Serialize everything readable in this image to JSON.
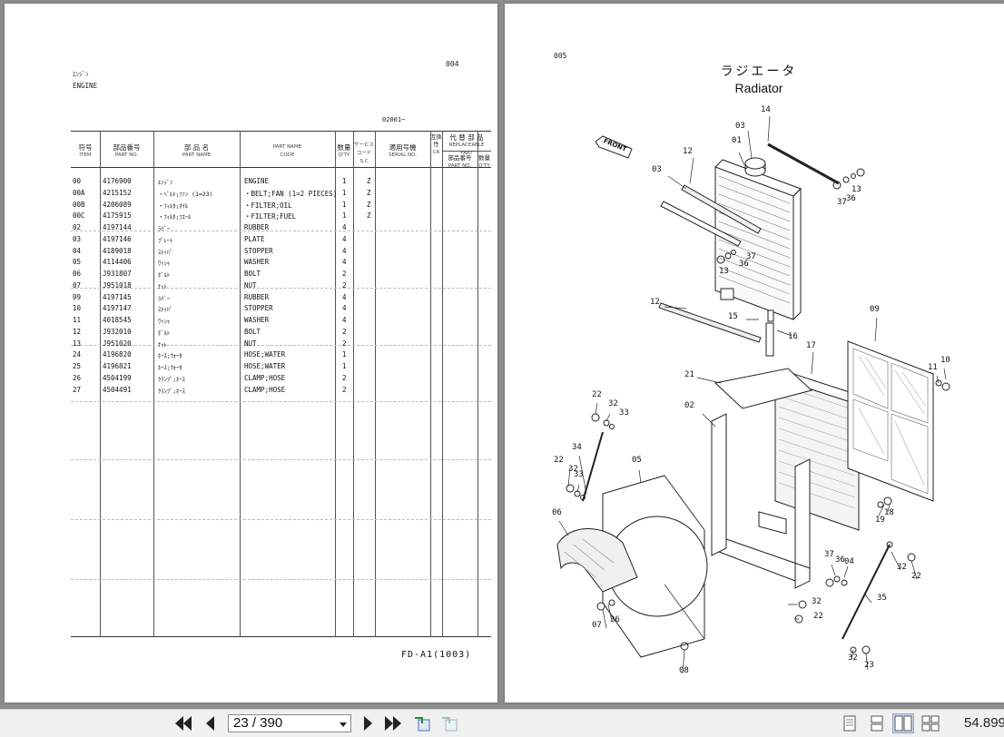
{
  "left_page": {
    "page_no": "004",
    "title_jp": "ｴﾝｼﾞﾝ",
    "title_en": "ENGINE",
    "serial_from": "02001~",
    "footer": "FD-A1(1003)",
    "headers": {
      "item_jp": "符号",
      "item_en": "ITEM",
      "pn_jp": "部品番号",
      "pn_en": "PART NO.",
      "name_jp": "部 品 名",
      "name_en": "PART NAME",
      "code_jp": "PART NAME",
      "code_en": "CODE",
      "qty_jp": "数量",
      "qty_en": "Q'TY",
      "sc_jp": "サービス コード",
      "sc_en": "S.C",
      "serial_jp": "適用号機",
      "serial_en": "SERIAL NO.",
      "ca_jp": "互換性",
      "ca_en": "CA",
      "repl_jp": "代 替 部 品",
      "repl_en": "REPLACEABLE PART",
      "repl_pn_jp": "部品番号",
      "repl_pn_en": "PART NO.",
      "repl_qty_jp": "数量",
      "repl_qty_en": "Q'TY"
    },
    "rows": [
      {
        "item": "00",
        "pn": "4176900",
        "jp": "ｴﾝｼﾞﾝ",
        "en": "ENGINE",
        "qty": "1",
        "sc": "Z"
      },
      {
        "item": "00A",
        "pn": "4215152",
        "jp": "・ﾍﾞﾙﾄ;ﾌｧﾝ (1=2З)",
        "en": "・BELT;FAN (1=2 PIECES)",
        "qty": "1",
        "sc": "Z"
      },
      {
        "item": "00B",
        "pn": "4206089",
        "jp": "・ﾌｨﾙﾀ;ｵｲﾙ",
        "en": "・FILTER;OIL",
        "qty": "1",
        "sc": "Z"
      },
      {
        "item": "00C",
        "pn": "4175915",
        "jp": "・ﾌｨﾙﾀ;ﾌｴｰﾙ",
        "en": "・FILTER;FUEL",
        "qty": "1",
        "sc": "Z"
      },
      {
        "item": "02",
        "pn": "4197144",
        "jp": "ﾗﾊﾞｰ",
        "en": "RUBBER",
        "qty": "4",
        "sc": ""
      },
      {
        "item": "03",
        "pn": "4197146",
        "jp": "ﾌﾟﾚｰﾄ",
        "en": "PLATE",
        "qty": "4",
        "sc": ""
      },
      {
        "item": "04",
        "pn": "4189018",
        "jp": "ｽﾄｯﾊﾟ",
        "en": "STOPPER",
        "qty": "4",
        "sc": ""
      },
      {
        "item": "05",
        "pn": "4114406",
        "jp": "ﾜｯｼｬ",
        "en": "WASHER",
        "qty": "4",
        "sc": ""
      },
      {
        "item": "06",
        "pn": "J931807",
        "jp": "ﾎﾞﾙﾄ",
        "en": "BOLT",
        "qty": "2",
        "sc": ""
      },
      {
        "item": "07",
        "pn": "J951018",
        "jp": "ﾅｯﾄ",
        "en": "NUT",
        "qty": "2",
        "sc": ""
      },
      {
        "item": "09",
        "pn": "4197145",
        "jp": "ﾗﾊﾞｰ",
        "en": "RUBBER",
        "qty": "4",
        "sc": ""
      },
      {
        "item": "10",
        "pn": "4197147",
        "jp": "ｽﾄｯﾊﾟ",
        "en": "STOPPER",
        "qty": "4",
        "sc": ""
      },
      {
        "item": "11",
        "pn": "4018545",
        "jp": "ﾜｯｼｬ",
        "en": "WASHER",
        "qty": "4",
        "sc": ""
      },
      {
        "item": "12",
        "pn": "J932010",
        "jp": "ﾎﾞﾙﾄ",
        "en": "BOLT",
        "qty": "2",
        "sc": ""
      },
      {
        "item": "13",
        "pn": "J951020",
        "jp": "ﾅｯﾄ",
        "en": "NUT",
        "qty": "2",
        "sc": ""
      },
      {
        "item": "24",
        "pn": "4196820",
        "jp": "ﾎｰｽ;ｳｫｰﾀ",
        "en": "HOSE;WATER",
        "qty": "1",
        "sc": ""
      },
      {
        "item": "25",
        "pn": "4196821",
        "jp": "ﾎｰｽ;ｳｫｰﾀ",
        "en": "HOSE;WATER",
        "qty": "1",
        "sc": ""
      },
      {
        "item": "26",
        "pn": "4504199",
        "jp": "ｸﾗﾝﾌﾟ;ﾎｰｽ",
        "en": "CLAMP;HOSE",
        "qty": "2",
        "sc": ""
      },
      {
        "item": "27",
        "pn": "4504491",
        "jp": "ｸﾗﾝﾌﾟ;ﾎｰｽ",
        "en": "CLAMP;HOSE",
        "qty": "2",
        "sc": ""
      }
    ]
  },
  "right_page": {
    "page_no": "005",
    "title_jp": "ラジエータ",
    "title_en": "Radiator",
    "front_label": "FRONT",
    "callouts": [
      "01",
      "03",
      "14",
      "12",
      "03",
      "13",
      "36",
      "37",
      "37",
      "36",
      "13",
      "12",
      "15",
      "16",
      "09",
      "10",
      "11",
      "17",
      "21",
      "02",
      "22",
      "32",
      "33",
      "34",
      "22",
      "32",
      "33",
      "05",
      "06",
      "19",
      "18",
      "37",
      "36",
      "04",
      "32",
      "22",
      "35",
      "32",
      "22",
      "07",
      "36",
      "08",
      "32",
      "23"
    ]
  },
  "toolbar": {
    "page_indicator": "23 / 390",
    "zoom": "54.899"
  }
}
